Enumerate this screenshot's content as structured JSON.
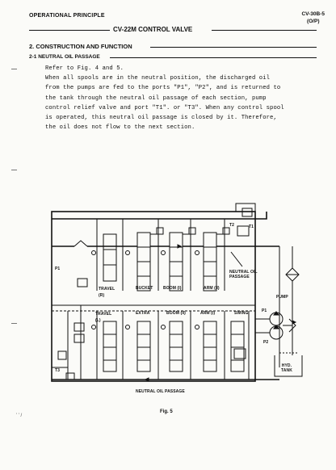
{
  "header": {
    "chapter": "OPERATIONAL PRINCIPLE",
    "page_code": "CV-30B-5",
    "page_sub": "(O/P)",
    "title": "CV-22M CONTROL VALVE"
  },
  "section": {
    "heading": "2. CONSTRUCTION AND FUNCTION",
    "subheading": "2-1  NEUTRAL OIL PASSAGE",
    "paragraphs": [
      "Refer to Fig. 4 and 5.",
      "When all spools are in the neutral position, the discharged oil from the pumps are fed to the ports \"P1\", \"P2\", and is returned to the tank through the neutral oil passage of each section, pump control relief valve and port \"T1\". or \"T3\".  When any control spool is operated, this neutral oil passage is closed by it.  Therefore, the oil does not flow to the next section."
    ]
  },
  "figure": {
    "caption": "Fig. 5",
    "labels": {
      "t1": "T1",
      "t2": "T2",
      "t3": "T3",
      "p1_left": "P1",
      "p1_right": "P1",
      "p2": "P2",
      "pump": "PUMP",
      "hyd_tank": "HYD.\nTANK",
      "neutral_top": "NEUTRAL OIL\nPASSAGE",
      "neutral_bottom": "NEUTRAL OIL PASSAGE",
      "travel_r": "TRAVEL\n(R)",
      "bucket": "BUCKET",
      "boom_i": "BOOM (I)",
      "arm_ii": "ARM (II)",
      "travel_l": "TRAVEL\n(L)",
      "extra": "EXTRA",
      "boom_ii": "BOOM (II)",
      "arm_i": "ARM (I)",
      "swing": "SWING"
    }
  },
  "margin_note": "’ ’ /"
}
